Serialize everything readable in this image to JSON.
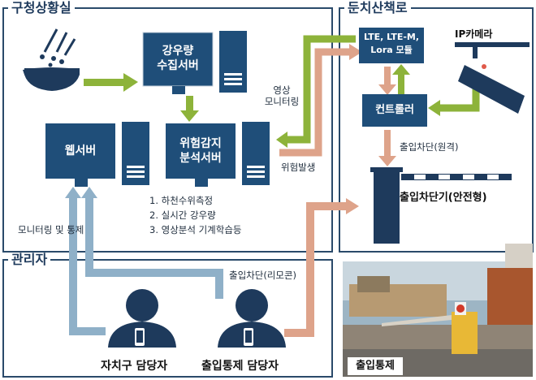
{
  "sections": {
    "gu_office": "구청상황실",
    "trail": "둔치산책로",
    "manager": "관리자"
  },
  "nodes": {
    "rain_server": "강우량\n수집서버",
    "risk_server": "위험감지\n분석서버",
    "web_server": "웹서버",
    "lte_module": "LTE, LTE-M,\nLora 모듈",
    "controller": "컨트롤러",
    "ip_camera": "IP카메라",
    "barrier": "출입차단기(안전형)"
  },
  "edge_labels": {
    "video_monitoring": "영상\n모니터링",
    "risk_alert": "위험발생",
    "remote_block": "출입차단(원격)",
    "monitoring_control": "모니터링 및 통제",
    "remote_control_block": "출입차단(리모콘)"
  },
  "features": [
    "1. 하천수위측정",
    "2. 실시간 강우량",
    "3. 영상분석 기계학습등"
  ],
  "roles": {
    "district": "자치구 담당자",
    "access": "출입통제 담당자"
  },
  "photo_caption": "출입통제",
  "colors": {
    "navy": "#1e3a5c",
    "server_blue": "#1f4e79",
    "green_arrow": "#8db33a",
    "salmon_arrow": "#dea38a",
    "steel_arrow": "#8fb0c8",
    "border": "#2a4a6a"
  }
}
